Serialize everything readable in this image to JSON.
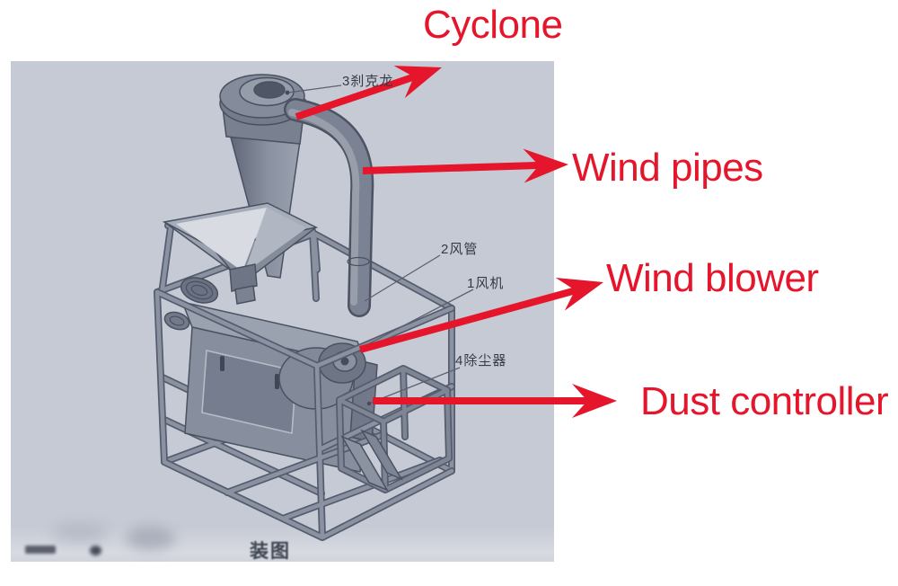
{
  "figure": {
    "accent_red": "#e5152b",
    "canvas_color": "#c6cad4",
    "title": "Cyclone",
    "callouts": [
      {
        "id": "wind-pipes",
        "label": "Wind pipes"
      },
      {
        "id": "wind-blower",
        "label": "Wind blower"
      },
      {
        "id": "dust-controller",
        "label": "Dust controller"
      }
    ],
    "part_annotations": [
      {
        "id": "cyclone",
        "label": "3刹克龙"
      },
      {
        "id": "wind-pipe",
        "label": "2风管"
      },
      {
        "id": "wind-blower",
        "label": "1风机"
      },
      {
        "id": "dust-remover",
        "label": "4除尘器"
      }
    ],
    "caption": "装图"
  }
}
